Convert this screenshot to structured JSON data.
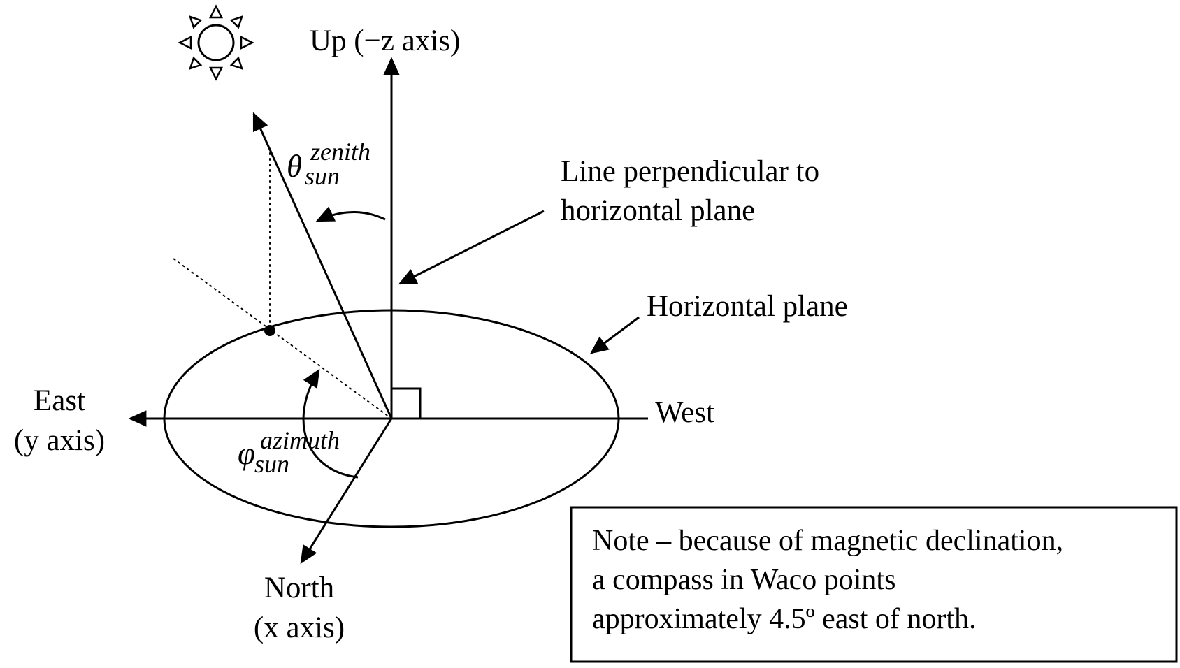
{
  "labels": {
    "up_axis": "Up (−z axis)",
    "perpendicular_line": [
      "Line perpendicular to",
      "horizontal plane"
    ],
    "horizontal_plane": "Horizontal plane",
    "east": [
      "East",
      "(y axis)"
    ],
    "west": "West",
    "north": [
      "North",
      "(x axis)"
    ]
  },
  "symbols": {
    "zenith_symbol": "θ",
    "zenith_superscript": "zenith",
    "zenith_subscript": "sun",
    "azimuth_symbol": "φ",
    "azimuth_superscript": "azimuth",
    "azimuth_subscript": "sun"
  },
  "note": {
    "lines": [
      "Note – because of magnetic declination,",
      "a compass in Waco points",
      "approximately 4.5º east of north."
    ]
  },
  "icons": {
    "sun": "sun-icon"
  }
}
